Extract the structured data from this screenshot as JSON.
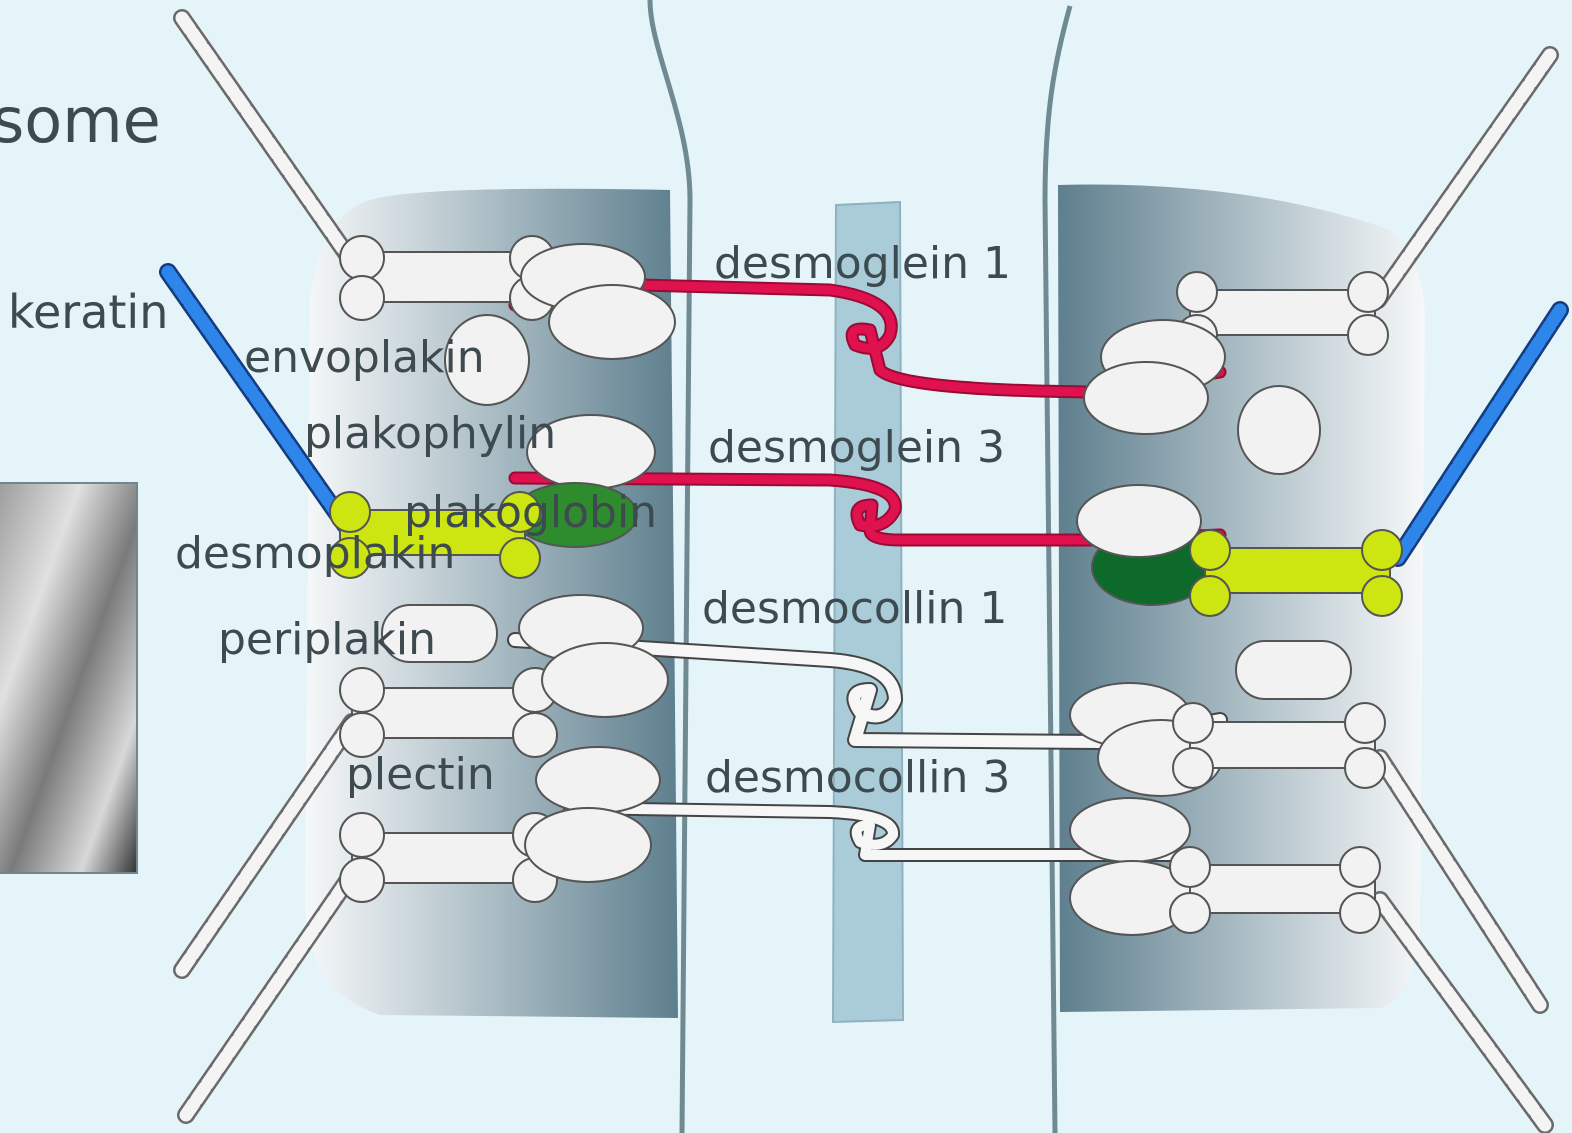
{
  "title_fragment": "some",
  "labels": {
    "keratin": "keratin",
    "envoplakin": "envoplakin",
    "plakophylin": "plakophylin",
    "plakoglobin": "plakoglobin",
    "desmoplakin": "desmoplakin",
    "periplakin": "periplakin",
    "plectin": "plectin",
    "desmoglein1": "desmoglein 1",
    "desmoglein3": "desmoglein 3",
    "desmocollin1": "desmocollin 1",
    "desmocollin3": "desmocollin 3"
  },
  "colors": {
    "background": "#e5f4f8",
    "desmoglein": "#e0114f",
    "keratin": "#1f6fd6",
    "desmoplakin": "#cde612",
    "plakoglobin": "#2e8b2e",
    "plakoglobin_dark": "#0d6a2a",
    "plaque": "#5e7f8e",
    "midline": "#a9ccd8",
    "membrane": "#6f8a93",
    "text": "#3d4a4f"
  }
}
